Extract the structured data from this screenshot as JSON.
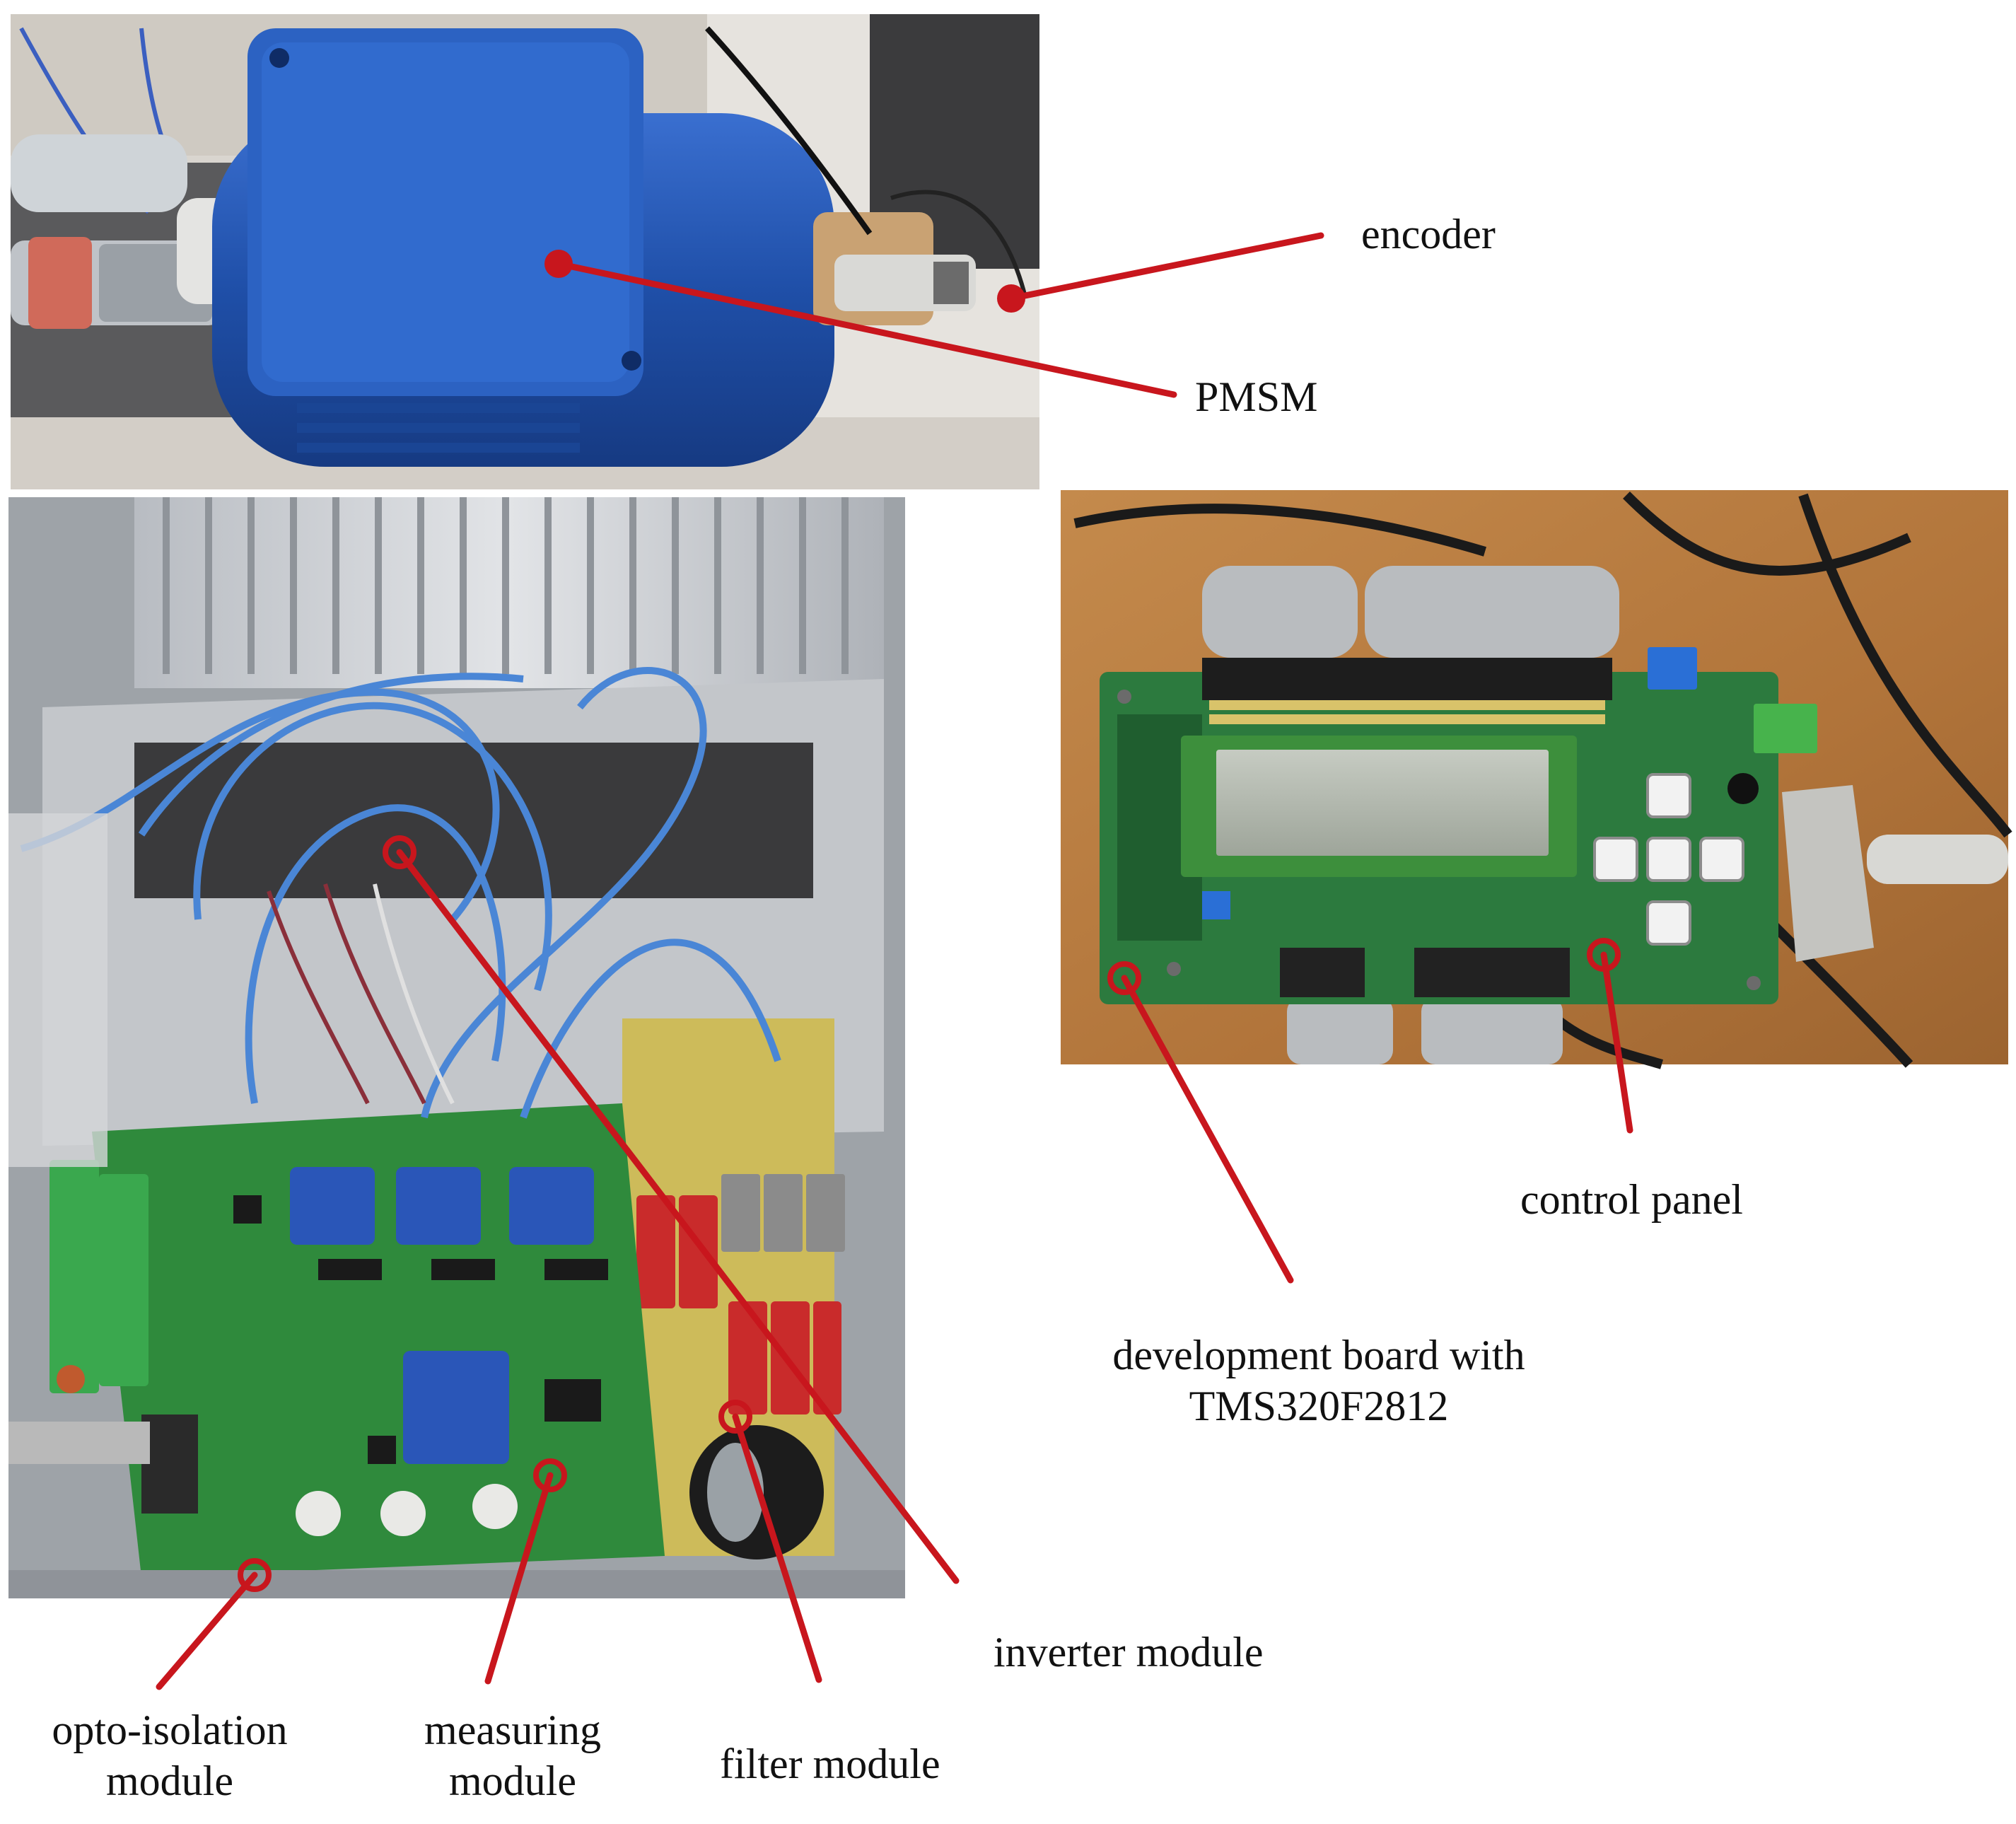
{
  "labels": {
    "encoder": "encoder",
    "pmsm": "PMSM",
    "control_panel": "control panel",
    "dev_board_line1": "development board with",
    "dev_board_line2": "TMS320F2812",
    "inverter_module": "inverter module",
    "opto_line1": "opto-isolation",
    "opto_line2": "module",
    "measuring_line1": "measuring",
    "measuring_line2": "module",
    "filter_module": "filter module"
  },
  "colors": {
    "leader": "#c8161d",
    "motor_blue": "#1f4fa8",
    "pcb_green": "#2f8a3c",
    "board_green": "#2c7a3e",
    "heatsink": "#c9ccd0",
    "wood": "#b97a3e"
  }
}
